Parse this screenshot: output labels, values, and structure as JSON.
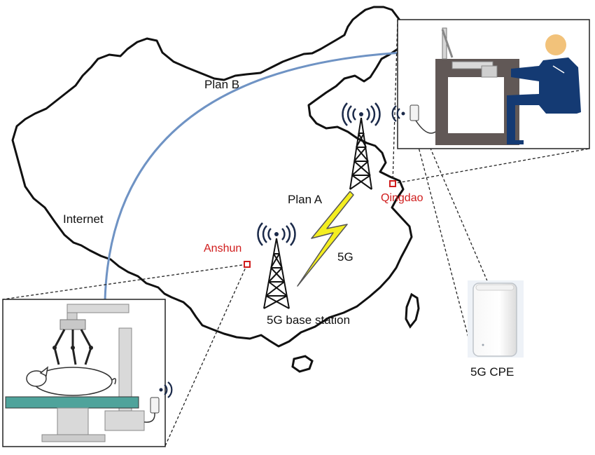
{
  "labels": {
    "plan_b": "Plan B",
    "plan_a": "Plan A",
    "internet": "Internet",
    "five_g": "5G",
    "base_station": "5G base station",
    "cpe": "5G CPE"
  },
  "cities": {
    "qingdao": "Qingdao",
    "anshun": "Anshun"
  },
  "colors": {
    "city_marker": "#d01c1c",
    "arc": "#6f93c4",
    "lightning": "#f4ee20",
    "surgeon_uniform": "#143a73",
    "surgeon_head": "#f2c27a",
    "operating_table": "#4fa39b",
    "console": "#615856"
  },
  "icons": {
    "tower": "cell-tower-icon",
    "wireless": "wireless-signal-icon",
    "lightning": "lightning-bolt-icon"
  }
}
